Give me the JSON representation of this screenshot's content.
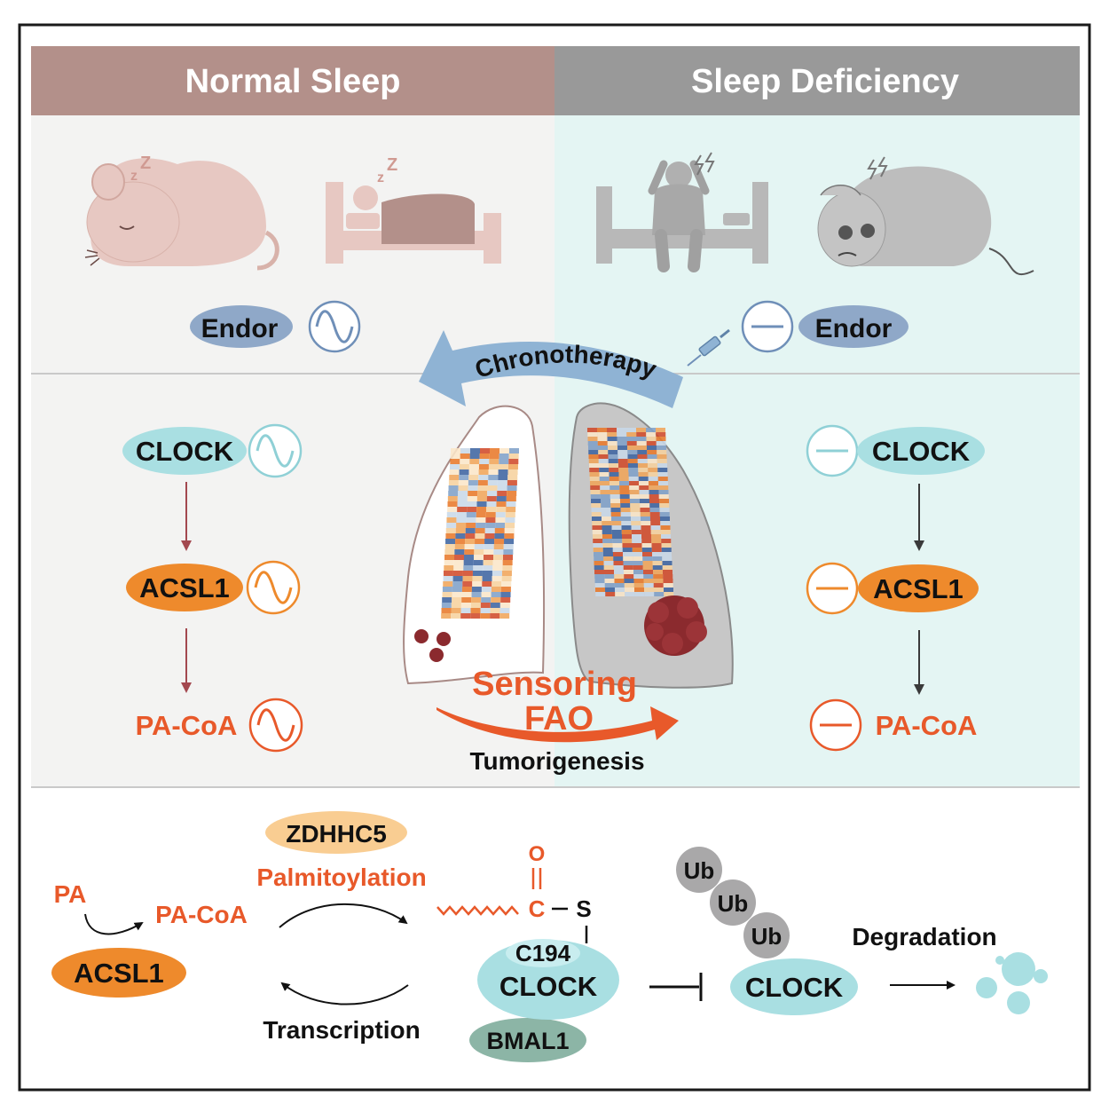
{
  "colors": {
    "normal_header": "#b3908a",
    "deficiency_header": "#999999",
    "normal_bg": "#f3f3f2",
    "deficiency_bg": "#e4f5f3",
    "endor_ellipse": "#8fa8c8",
    "clock_ellipse": "#a9dfe2",
    "acsl1_orange": "#ee8a2c",
    "pa_coa_text": "#e8592a",
    "red_arrow": "#a3484f",
    "pink_figure": "#e7c8c2",
    "gray_figure": "#b8b8b8",
    "ub_circle": "#a9a8a9",
    "bmal1_ellipse": "#8cb5a6",
    "zdhhc5_ellipse": "#f9cd92",
    "chrono_arrow": "#8fb3d4",
    "tumor": "#8b2a2e"
  },
  "header": {
    "normal": "Normal Sleep",
    "deficiency": "Sleep Deficiency"
  },
  "top": {
    "normal_endor": "Endor",
    "deficiency_endor": "Endor",
    "sleep_z": "z",
    "sleep_zz": "Z",
    "chronotherapy": "Chronotherapy"
  },
  "left_pathway": {
    "clock": "CLOCK",
    "acsl1": "ACSL1",
    "pa_coa": "PA-CoA"
  },
  "right_pathway": {
    "clock": "CLOCK",
    "acsl1": "ACSL1",
    "pa_coa": "PA-CoA"
  },
  "center": {
    "sensoring": "Sensoring",
    "fao": "FAO",
    "tumorigenesis": "Tumorigenesis"
  },
  "bottom": {
    "zdhhc5": "ZDHHC5",
    "palmitoylation": "Palmitoylation",
    "pa": "PA",
    "pa_coa": "PA-CoA",
    "acsl1": "ACSL1",
    "transcription": "Transcription",
    "o_atom": "O",
    "c_atom": "C",
    "s_atom": "S",
    "c194": "C194",
    "clock": "CLOCK",
    "bmal1": "BMAL1",
    "ub1": "Ub",
    "ub2": "Ub",
    "ub3": "Ub",
    "clock_degraded": "CLOCK",
    "degradation": "Degradation"
  }
}
